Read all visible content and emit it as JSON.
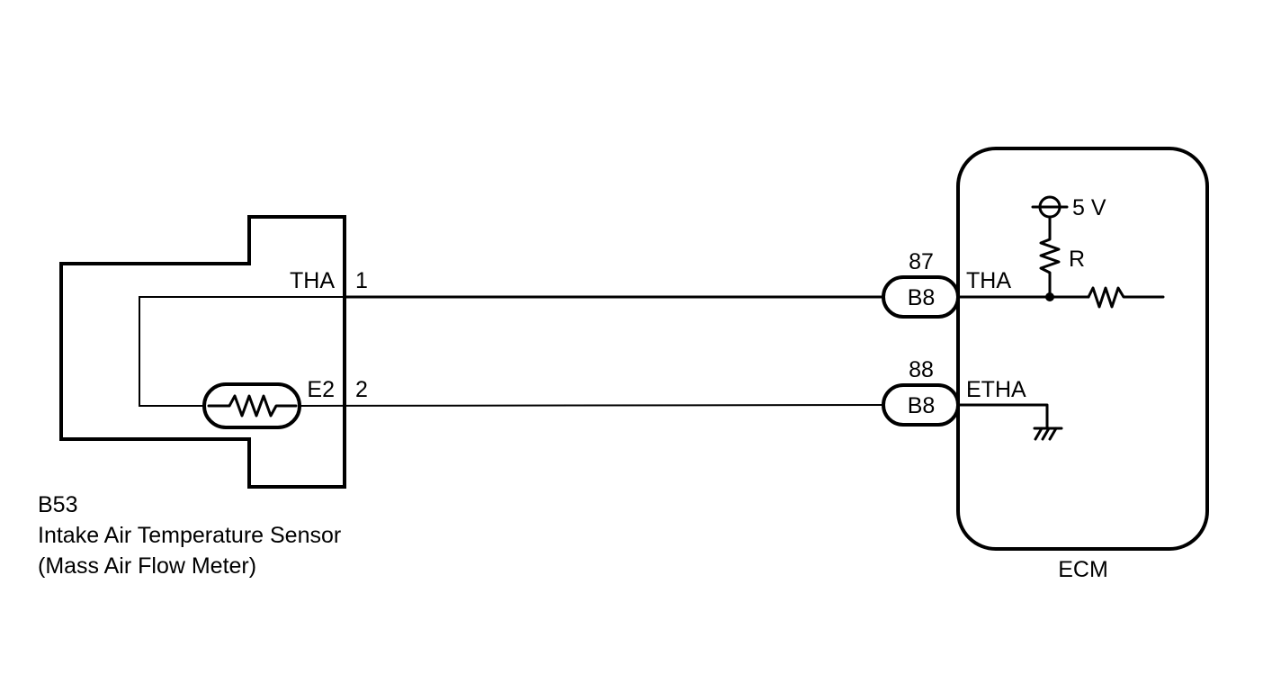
{
  "sensor": {
    "code": "B53",
    "name": "Intake Air Temperature Sensor",
    "subtitle": "(Mass Air Flow Meter)",
    "pins": [
      {
        "signal": "THA",
        "number": "1"
      },
      {
        "signal": "E2",
        "number": "2"
      }
    ]
  },
  "ecm": {
    "label": "ECM",
    "supply_voltage": "5 V",
    "resistor_label": "R",
    "pins": [
      {
        "signal": "THA",
        "number": "87",
        "connector": "B8"
      },
      {
        "signal": "ETHA",
        "number": "88",
        "connector": "B8"
      }
    ]
  },
  "colors": {
    "line": "#000000",
    "background": "#ffffff"
  }
}
